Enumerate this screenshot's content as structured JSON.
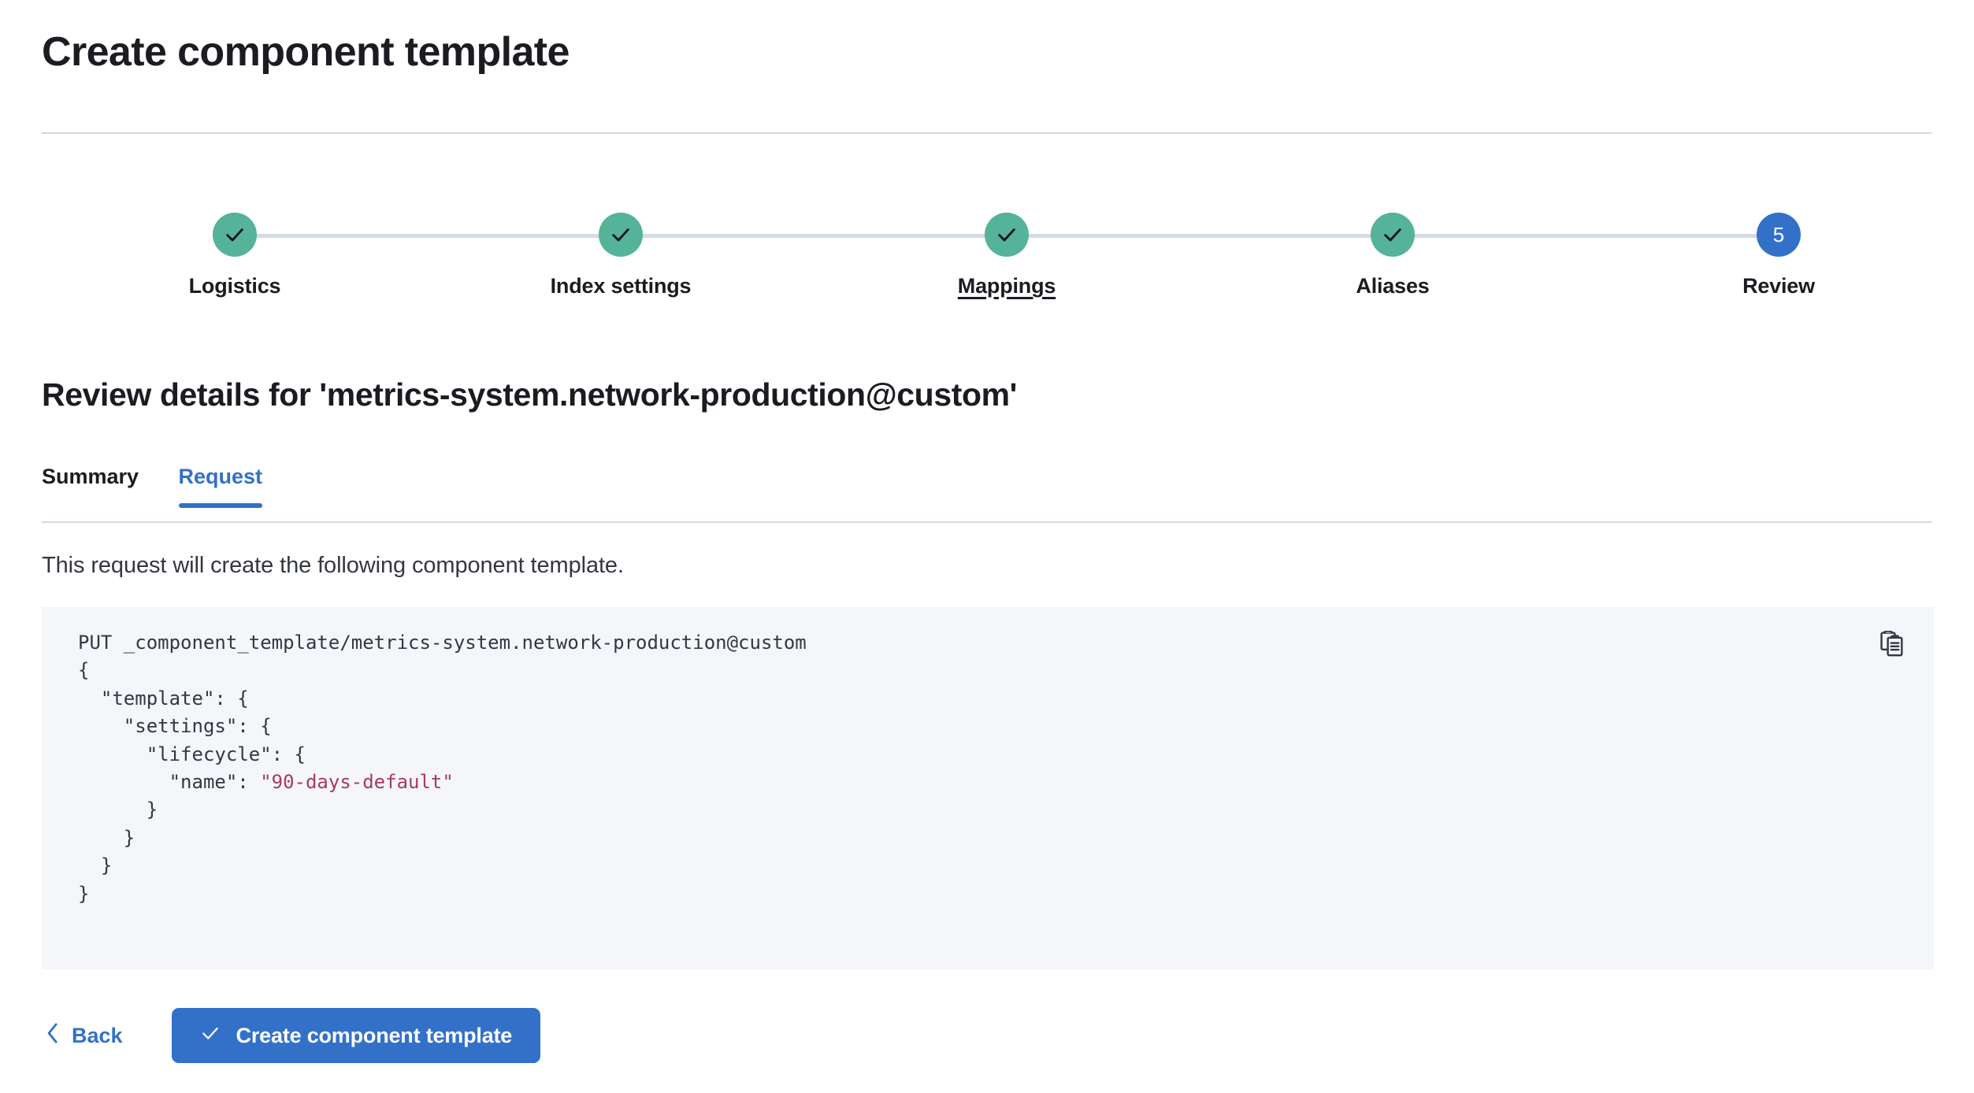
{
  "header": {
    "title": "Create component template"
  },
  "stepper": {
    "steps": [
      {
        "label": "Logistics",
        "state": "done",
        "icon": "check-icon",
        "number": "1",
        "hovered": false
      },
      {
        "label": "Index settings",
        "state": "done",
        "icon": "check-icon",
        "number": "2",
        "hovered": false
      },
      {
        "label": "Mappings",
        "state": "done",
        "icon": "check-icon",
        "number": "3",
        "hovered": true
      },
      {
        "label": "Aliases",
        "state": "done",
        "icon": "check-icon",
        "number": "4",
        "hovered": false
      },
      {
        "label": "Review",
        "state": "current",
        "icon": "",
        "number": "5",
        "hovered": false
      }
    ],
    "done_color": "#54b399",
    "current_color": "#3371c9",
    "line_color": "#d3dae6"
  },
  "main": {
    "review_heading": "Review details for 'metrics-system.network-production@custom'",
    "tabs": [
      {
        "label": "Summary",
        "active": false
      },
      {
        "label": "Request",
        "active": true
      }
    ],
    "description": "This request will create the following component template.",
    "code": {
      "request_line": "PUT _component_template/metrics-system.network-production@custom",
      "lines": [
        "{",
        "  \"template\": {",
        "    \"settings\": {",
        "      \"lifecycle\": {",
        "        \"name\": ",
        "      }",
        "    }",
        "  }",
        "}"
      ],
      "string_value": "\"90-days-default\"",
      "copy_icon": "copy-icon",
      "background": "#f5f6fa",
      "string_color": "#a63b63"
    }
  },
  "footer": {
    "back_label": "Back",
    "back_icon": "chevron-left-icon",
    "submit_label": "Create component template",
    "submit_icon": "check-icon",
    "accent_color": "#3371c9"
  }
}
